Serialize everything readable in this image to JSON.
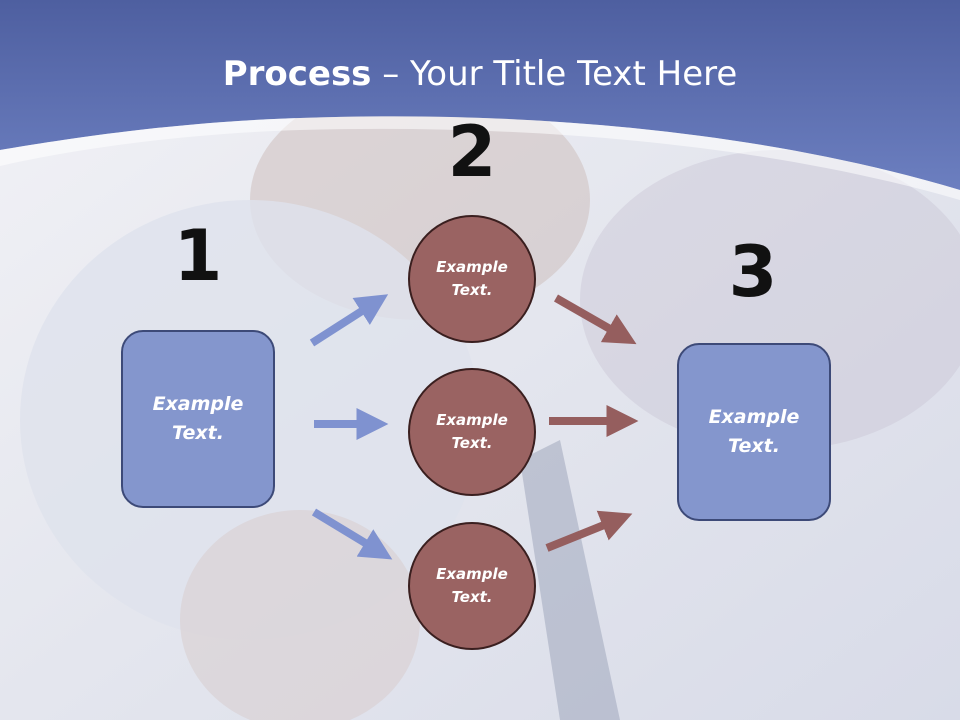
{
  "title": {
    "bold": "Process",
    "rest": " – Your Title Text Here"
  },
  "steps": {
    "one": "1",
    "two": "2",
    "three": "3"
  },
  "boxes": {
    "left": "Example Text.",
    "right": "Example Text."
  },
  "circles": [
    "Example Text.",
    "Example Text.",
    "Example Text."
  ],
  "colors": {
    "header_blue": "#6677b6",
    "box_fill": "#8496cd",
    "circle_fill": "#9a6362",
    "arrow_blue": "#7f92d0",
    "arrow_red": "#955e5e"
  }
}
